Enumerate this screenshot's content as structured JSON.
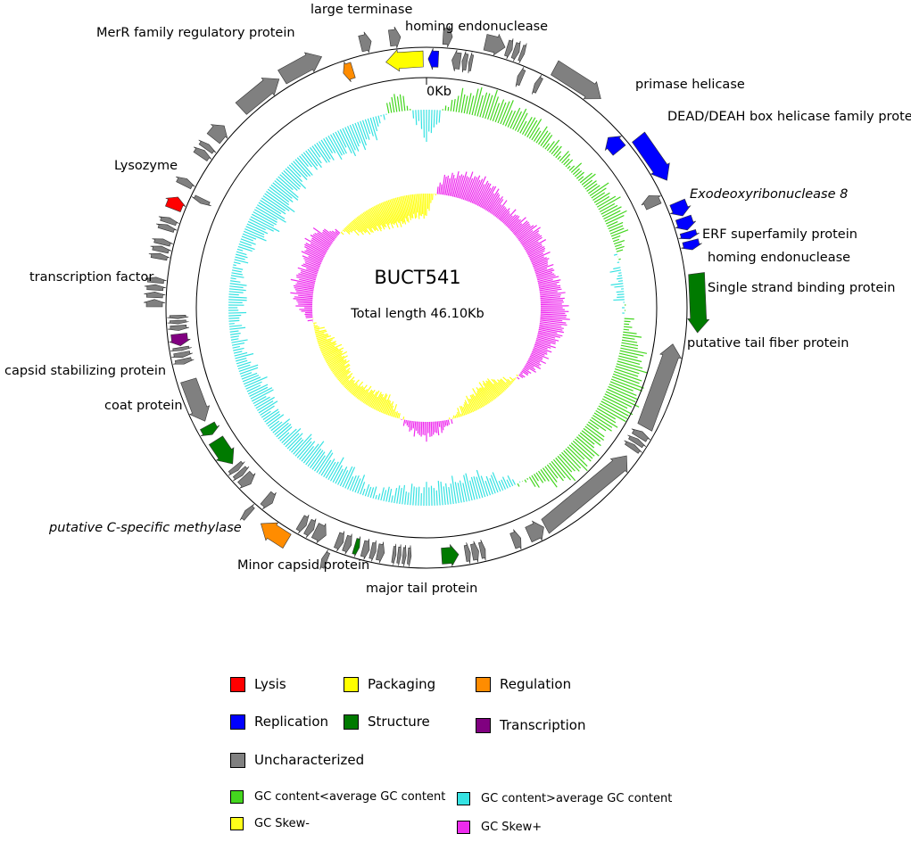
{
  "genome": {
    "name": "BUCT541",
    "total_length_text": "Total length 46.10Kb",
    "origin_label": "0Kb",
    "length_kb": 46.1
  },
  "colors": {
    "lysis": "#ff0000",
    "packaging": "#ffff00",
    "regulation": "#ff8c00",
    "replication": "#0000ff",
    "structure": "#007a00",
    "transcription": "#800080",
    "uncharacterized": "#808080",
    "gc_low": "#44d61f",
    "gc_high": "#35e2e2",
    "skew_minus": "#ffff1a",
    "skew_plus": "#ee2bee"
  },
  "genes": [
    {
      "label": "large terminase",
      "category": "packaging",
      "start": 44.9,
      "end": 46.0,
      "strand": -1
    },
    {
      "label": "homing endonuclease",
      "category": "replication",
      "start": 0.05,
      "end": 0.35,
      "strand": -1
    },
    {
      "label": "primase helicase",
      "category": "replication",
      "start": 6.0,
      "end": 6.5,
      "strand": -1
    },
    {
      "label": "DEAD/DEAH box helicase family protein",
      "category": "replication",
      "start": 6.55,
      "end": 7.95,
      "strand": 1
    },
    {
      "label": "Exodeoxyribonuclease 8",
      "category": "replication",
      "start": 8.6,
      "end": 9.0,
      "strand": 1
    },
    {
      "label": "ERF superfamily protein",
      "category": "replication",
      "start": 9.05,
      "end": 9.4,
      "strand": 1
    },
    {
      "label": "homing endonuclease",
      "category": "replication",
      "start": 9.45,
      "end": 9.65,
      "strand": 1
    },
    {
      "label": "Single strand binding protein",
      "category": "replication",
      "start": 9.7,
      "end": 9.95,
      "strand": 1
    },
    {
      "label": "putative tail fiber protein",
      "category": "structure",
      "start": 10.6,
      "end": 12.2,
      "strand": 1
    },
    {
      "label": "major tail protein",
      "category": "structure",
      "start": 22.1,
      "end": 22.6,
      "strand": -1
    },
    {
      "label": "Minor capsid protein",
      "category": "structure",
      "start": 25.05,
      "end": 25.2,
      "strand": -1
    },
    {
      "label": "putative C-specific methylase",
      "category": "regulation",
      "start": 27.0,
      "end": 27.85,
      "strand": 1
    },
    {
      "label": "coat protein",
      "category": "structure",
      "start": 29.6,
      "end": 30.45,
      "strand": -1
    },
    {
      "label": "capsid stabilizing protein",
      "category": "structure",
      "start": 30.65,
      "end": 30.95,
      "strand": -1
    },
    {
      "label": "transcription factor",
      "category": "transcription",
      "start": 33.45,
      "end": 33.8,
      "strand": -1
    },
    {
      "label": "Lysozyme",
      "category": "lysis",
      "start": 37.3,
      "end": 37.65,
      "strand": 1
    },
    {
      "label": "MerR family regulatory protein",
      "category": "regulation",
      "start": 43.6,
      "end": 43.9,
      "strand": -1
    }
  ],
  "uncharacterized_genes": [
    {
      "start": 45.1,
      "end": 45.4,
      "strand": 1
    },
    {
      "start": 0.45,
      "end": 0.7,
      "strand": 1
    },
    {
      "start": 0.75,
      "end": 1.0,
      "strand": -1
    },
    {
      "start": 1.05,
      "end": 1.2,
      "strand": -1
    },
    {
      "start": 1.25,
      "end": 1.35,
      "strand": -1
    },
    {
      "start": 1.6,
      "end": 2.15,
      "strand": 1
    },
    {
      "start": 2.2,
      "end": 2.35,
      "strand": 1
    },
    {
      "start": 2.4,
      "end": 2.55,
      "strand": 1
    },
    {
      "start": 2.6,
      "end": 2.7,
      "strand": 1
    },
    {
      "start": 2.75,
      "end": 2.9,
      "strand": -1
    },
    {
      "start": 3.3,
      "end": 3.45,
      "strand": -1
    },
    {
      "start": 3.6,
      "end": 5.1,
      "strand": 1
    },
    {
      "start": 8.1,
      "end": 8.45,
      "strand": -1
    },
    {
      "start": 12.6,
      "end": 15.2,
      "strand": -1
    },
    {
      "start": 15.35,
      "end": 15.55,
      "strand": -1
    },
    {
      "start": 15.6,
      "end": 15.75,
      "strand": -1
    },
    {
      "start": 15.8,
      "end": 15.95,
      "strand": -1
    },
    {
      "start": 16.2,
      "end": 19.4,
      "strand": -1
    },
    {
      "start": 19.45,
      "end": 19.95,
      "strand": -1
    },
    {
      "start": 20.2,
      "end": 20.45,
      "strand": -1
    },
    {
      "start": 21.3,
      "end": 21.45,
      "strand": -1
    },
    {
      "start": 21.5,
      "end": 21.7,
      "strand": -1
    },
    {
      "start": 21.75,
      "end": 21.9,
      "strand": -1
    },
    {
      "start": 23.5,
      "end": 23.6,
      "strand": -1
    },
    {
      "start": 23.65,
      "end": 23.75,
      "strand": -1
    },
    {
      "start": 23.8,
      "end": 23.9,
      "strand": -1
    },
    {
      "start": 23.95,
      "end": 24.05,
      "strand": -1
    },
    {
      "start": 24.3,
      "end": 24.5,
      "strand": -1
    },
    {
      "start": 24.55,
      "end": 24.7,
      "strand": -1
    },
    {
      "start": 24.75,
      "end": 24.95,
      "strand": -1
    },
    {
      "start": 25.3,
      "end": 25.5,
      "strand": -1
    },
    {
      "start": 25.55,
      "end": 25.75,
      "strand": -1
    },
    {
      "start": 25.8,
      "end": 25.95,
      "strand": 1
    },
    {
      "start": 26.1,
      "end": 26.45,
      "strand": -1
    },
    {
      "start": 26.5,
      "end": 26.7,
      "strand": -1
    },
    {
      "start": 26.75,
      "end": 26.95,
      "strand": -1
    },
    {
      "start": 27.95,
      "end": 28.2,
      "strand": -1
    },
    {
      "start": 28.25,
      "end": 28.4,
      "strand": 1
    },
    {
      "start": 28.8,
      "end": 29.1,
      "strand": -1
    },
    {
      "start": 29.15,
      "end": 29.3,
      "strand": -1
    },
    {
      "start": 29.35,
      "end": 29.5,
      "strand": -1
    },
    {
      "start": 31.1,
      "end": 32.4,
      "strand": -1
    },
    {
      "start": 32.9,
      "end": 33.05,
      "strand": -1
    },
    {
      "start": 33.1,
      "end": 33.25,
      "strand": -1
    },
    {
      "start": 33.3,
      "end": 33.4,
      "strand": -1
    },
    {
      "start": 33.9,
      "end": 34.05,
      "strand": -1
    },
    {
      "start": 34.1,
      "end": 34.2,
      "strand": -1
    },
    {
      "start": 34.25,
      "end": 34.35,
      "strand": -1
    },
    {
      "start": 34.6,
      "end": 34.8,
      "strand": 1
    },
    {
      "start": 34.85,
      "end": 35.0,
      "strand": 1
    },
    {
      "start": 35.05,
      "end": 35.2,
      "strand": 1
    },
    {
      "start": 35.25,
      "end": 35.4,
      "strand": 1
    },
    {
      "start": 35.9,
      "end": 36.05,
      "strand": 1
    },
    {
      "start": 36.1,
      "end": 36.25,
      "strand": 1
    },
    {
      "start": 36.3,
      "end": 36.45,
      "strand": 1
    },
    {
      "start": 36.7,
      "end": 36.85,
      "strand": 1
    },
    {
      "start": 36.9,
      "end": 37.05,
      "strand": 1
    },
    {
      "start": 37.75,
      "end": 37.9,
      "strand": -1
    },
    {
      "start": 38.0,
      "end": 38.2,
      "strand": 1
    },
    {
      "start": 38.9,
      "end": 39.1,
      "strand": 1
    },
    {
      "start": 39.15,
      "end": 39.3,
      "strand": 1
    },
    {
      "start": 39.5,
      "end": 39.95,
      "strand": 1
    },
    {
      "start": 40.6,
      "end": 41.9,
      "strand": 1
    },
    {
      "start": 42.0,
      "end": 43.2,
      "strand": 1
    },
    {
      "start": 44.3,
      "end": 44.6,
      "strand": 1
    }
  ],
  "gc_content": [
    -0.6,
    0.3,
    0.5,
    0.4,
    0.35,
    0.2,
    0.15,
    0.3,
    0.4,
    0.2,
    -0.1,
    -0.15,
    0.1,
    0.4,
    0.55,
    0.6,
    0.35,
    0.5,
    0.45,
    0.15,
    -0.25,
    -0.45,
    -0.4,
    -0.35,
    -0.3,
    -0.15,
    -0.35,
    -0.4,
    -0.45,
    -0.35,
    -0.3,
    -0.4,
    -0.3,
    -0.2,
    -0.2,
    -0.3,
    -0.15,
    -0.25,
    -0.5,
    -0.55,
    -0.45,
    -0.35,
    -0.4,
    -0.5,
    -0.3,
    0.4
  ],
  "gc_skew": [
    -0.5,
    0.4,
    0.55,
    0.6,
    0.5,
    0.3,
    0.35,
    0.5,
    0.4,
    0.35,
    0.45,
    0.5,
    0.6,
    0.5,
    0.35,
    0.3,
    0.1,
    -0.2,
    -0.45,
    -0.4,
    -0.3,
    -0.1,
    0.2,
    0.35,
    0.2,
    -0.15,
    -0.4,
    -0.35,
    -0.3,
    -0.25,
    -0.4,
    -0.45,
    -0.35,
    -0.2,
    0.15,
    0.4,
    0.45,
    0.35,
    0.5,
    0.45,
    -0.1,
    -0.4,
    -0.5,
    -0.55,
    -0.6,
    -0.5
  ],
  "legend": {
    "categories": [
      {
        "label": "Lysis",
        "color": "#ff0000"
      },
      {
        "label": "Packaging",
        "color": "#ffff00"
      },
      {
        "label": "Regulation",
        "color": "#ff8c00"
      },
      {
        "label": "Replication",
        "color": "#0000ff"
      },
      {
        "label": "Structure",
        "color": "#007a00"
      },
      {
        "label": "Transcription",
        "color": "#800080"
      },
      {
        "label": "Uncharacterized",
        "color": "#808080"
      }
    ],
    "tracks": [
      {
        "label": "GC content<average GC content",
        "color": "#44d61f"
      },
      {
        "label": "GC content>average GC content",
        "color": "#35e2e2"
      },
      {
        "label": "GC Skew-",
        "color": "#ffff1a"
      },
      {
        "label": "GC Skew+",
        "color": "#ee2bee"
      }
    ]
  }
}
